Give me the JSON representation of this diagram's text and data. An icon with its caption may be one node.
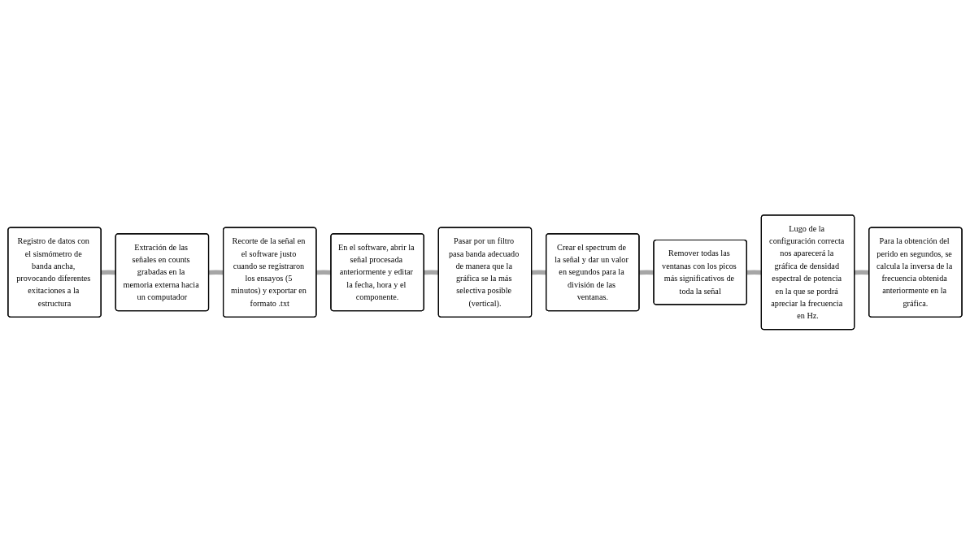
{
  "diagram": {
    "nodes": [
      {
        "text": [
          "Registro de datos con el sismómetro de banda ancha, provocando diferentes exitaciones a la estructura"
        ]
      },
      {
        "text": [
          "Extración de las señales en counts grabadas en la memoria externa hacia un computador"
        ]
      },
      {
        "text": [
          "Recorte de la señal en el software justo cuando se registraron los ensayos (5 minutos) y exportar en formato .txt"
        ]
      },
      {
        "text": [
          "En el software, abrir la señal procesada anteriormente y editar la fecha, hora y el componente."
        ]
      },
      {
        "text": [
          "Pasar por un filtro pasa banda adecuado de manera que la gráfica se la más selectiva posible (vertical)."
        ]
      },
      {
        "text": [
          "Crear el spectrum de la señal y dar un valor en segundos para la división de las ventanas."
        ]
      },
      {
        "text": [
          "Remover todas las ventanas con los picos más significativos de toda la señal"
        ]
      },
      {
        "text": [
          "Lugo de la configuración correcta nos aparecerá la gráfica de densidad espectral de potencia en la que se pordrá apreciar la frecuencia en Hz."
        ]
      },
      {
        "text": [
          "Para la obtención del perido en segundos, se calcula la inversa de la frecuencia obtenida anteriormente en la gráfica."
        ]
      }
    ],
    "edges": [
      {
        "from": 0,
        "to": 1,
        "arrow": "none"
      },
      {
        "from": 1,
        "to": 2,
        "arrow": "none"
      },
      {
        "from": 2,
        "to": 3,
        "arrow": "none"
      },
      {
        "from": 3,
        "to": 4,
        "arrow": "none"
      },
      {
        "from": 4,
        "to": 5,
        "arrow": "none"
      },
      {
        "from": 5,
        "to": 6,
        "arrow": "none"
      },
      {
        "from": 6,
        "to": 7,
        "arrow": "none"
      },
      {
        "from": 7,
        "to": 8,
        "arrow": "none"
      }
    ]
  }
}
